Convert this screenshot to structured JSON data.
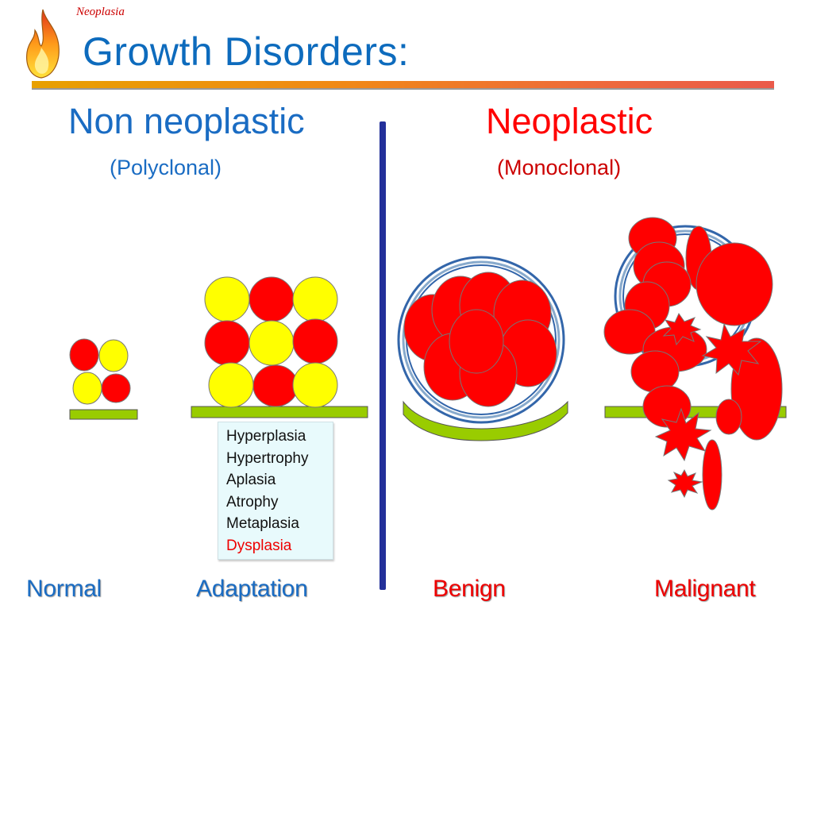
{
  "header": {
    "topic": "Neoplasia",
    "title": "Growth Disorders:"
  },
  "sections": {
    "left": {
      "heading": "Non neoplastic",
      "subheading": "(Polyclonal)"
    },
    "right": {
      "heading": "Neoplastic",
      "subheading": "(Monoclonal)"
    }
  },
  "adaptation_list": [
    "Hyperplasia",
    "Hypertrophy",
    "Aplasia",
    "Atrophy",
    "Metaplasia",
    "Dysplasia"
  ],
  "stages": {
    "normal": "Normal",
    "adaptation": "Adaptation",
    "benign": "Benign",
    "malignant": "Malignant"
  },
  "colors": {
    "cell_red": "#ff0000",
    "cell_yellow": "#ffff00",
    "base_green": "#99cc00",
    "title_blue": "#0d6bbd",
    "divider_navy": "#23309a"
  }
}
